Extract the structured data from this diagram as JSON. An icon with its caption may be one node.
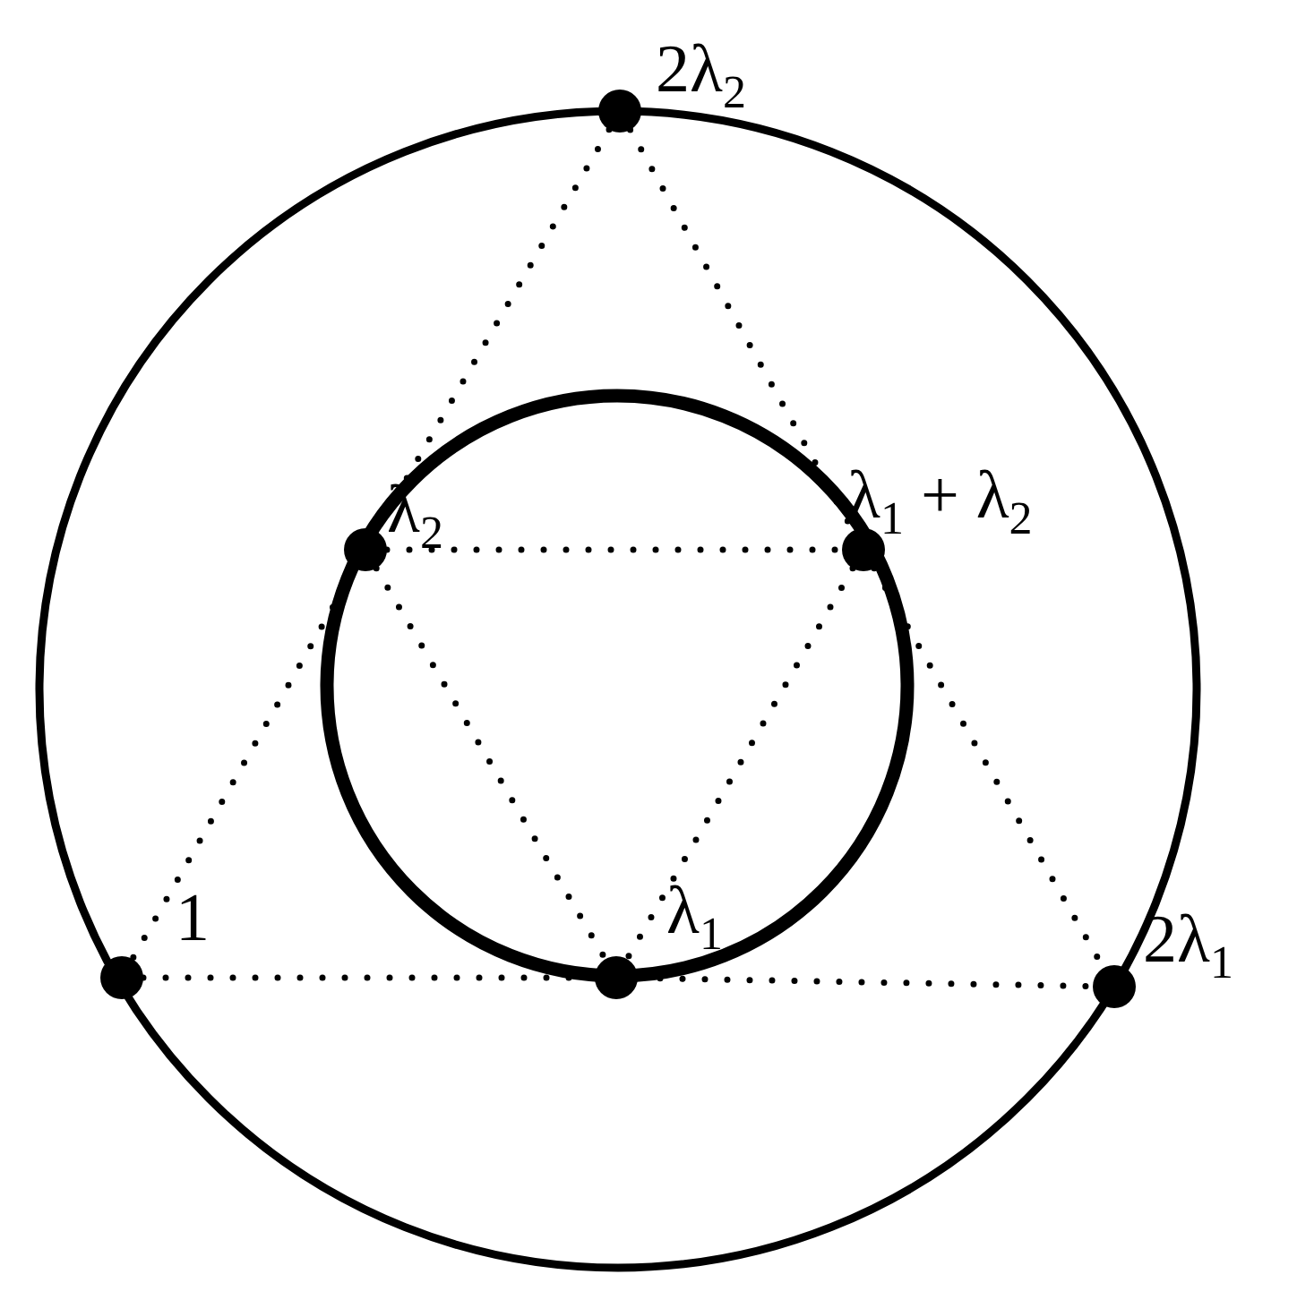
{
  "diagram": {
    "nodes": [
      {
        "text": [],
        "shape": "circle",
        "beside": [
          "2λ$_{2}$"
        ]
      },
      {
        "text": [],
        "shape": "circle",
        "beside": [
          "λ$_{2}$"
        ]
      },
      {
        "text": [],
        "shape": "circle",
        "beside": [
          "λ$_{1}$ + λ$_{2}$"
        ]
      },
      {
        "text": [],
        "shape": "circle",
        "beside": [
          "1"
        ]
      },
      {
        "text": [],
        "shape": "circle",
        "beside": [
          "λ$_{1}$"
        ]
      },
      {
        "text": [],
        "shape": "circle",
        "beside": [
          "2λ$_{1}$"
        ]
      }
    ],
    "edges": [
      {
        "from": 0,
        "to": 1,
        "arrow": "none"
      },
      {
        "from": 1,
        "to": 3,
        "arrow": "none"
      },
      {
        "from": 0,
        "to": 2,
        "arrow": "none"
      },
      {
        "from": 2,
        "to": 5,
        "arrow": "none"
      },
      {
        "from": 3,
        "to": 4,
        "arrow": "none"
      },
      {
        "from": 4,
        "to": 5,
        "arrow": "none"
      },
      {
        "from": 1,
        "to": 2,
        "arrow": "none"
      },
      {
        "from": 1,
        "to": 4,
        "arrow": "none"
      },
      {
        "from": 2,
        "to": 4,
        "arrow": "none"
      }
    ]
  }
}
